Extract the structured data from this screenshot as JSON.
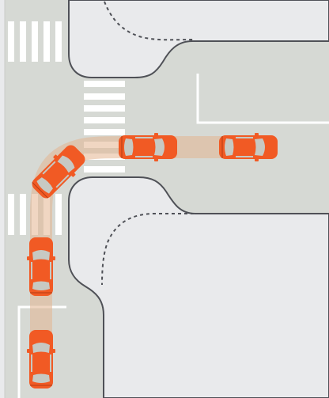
{
  "colors": {
    "road": "#d6d9d4",
    "sidewalk": "#e9eaec",
    "curb": "#4f5157",
    "markings": "#ffffff",
    "path_trail": "#e3b48f",
    "car_body": "#f15a24",
    "car_glass": "#c7c9c3",
    "car_trim": "#b43c14"
  },
  "icons": [
    "car-icon",
    "crosswalk-stripes",
    "dashed-curb-line",
    "vehicle-path-trail"
  ],
  "cars": [
    {
      "name": "car-bottom-start",
      "heading": "north"
    },
    {
      "name": "car-lower-left-lane",
      "heading": "north"
    },
    {
      "name": "car-turning-diagonal",
      "heading": "north-east"
    },
    {
      "name": "car-after-turn",
      "heading": "east"
    },
    {
      "name": "car-right-end",
      "heading": "east"
    }
  ]
}
